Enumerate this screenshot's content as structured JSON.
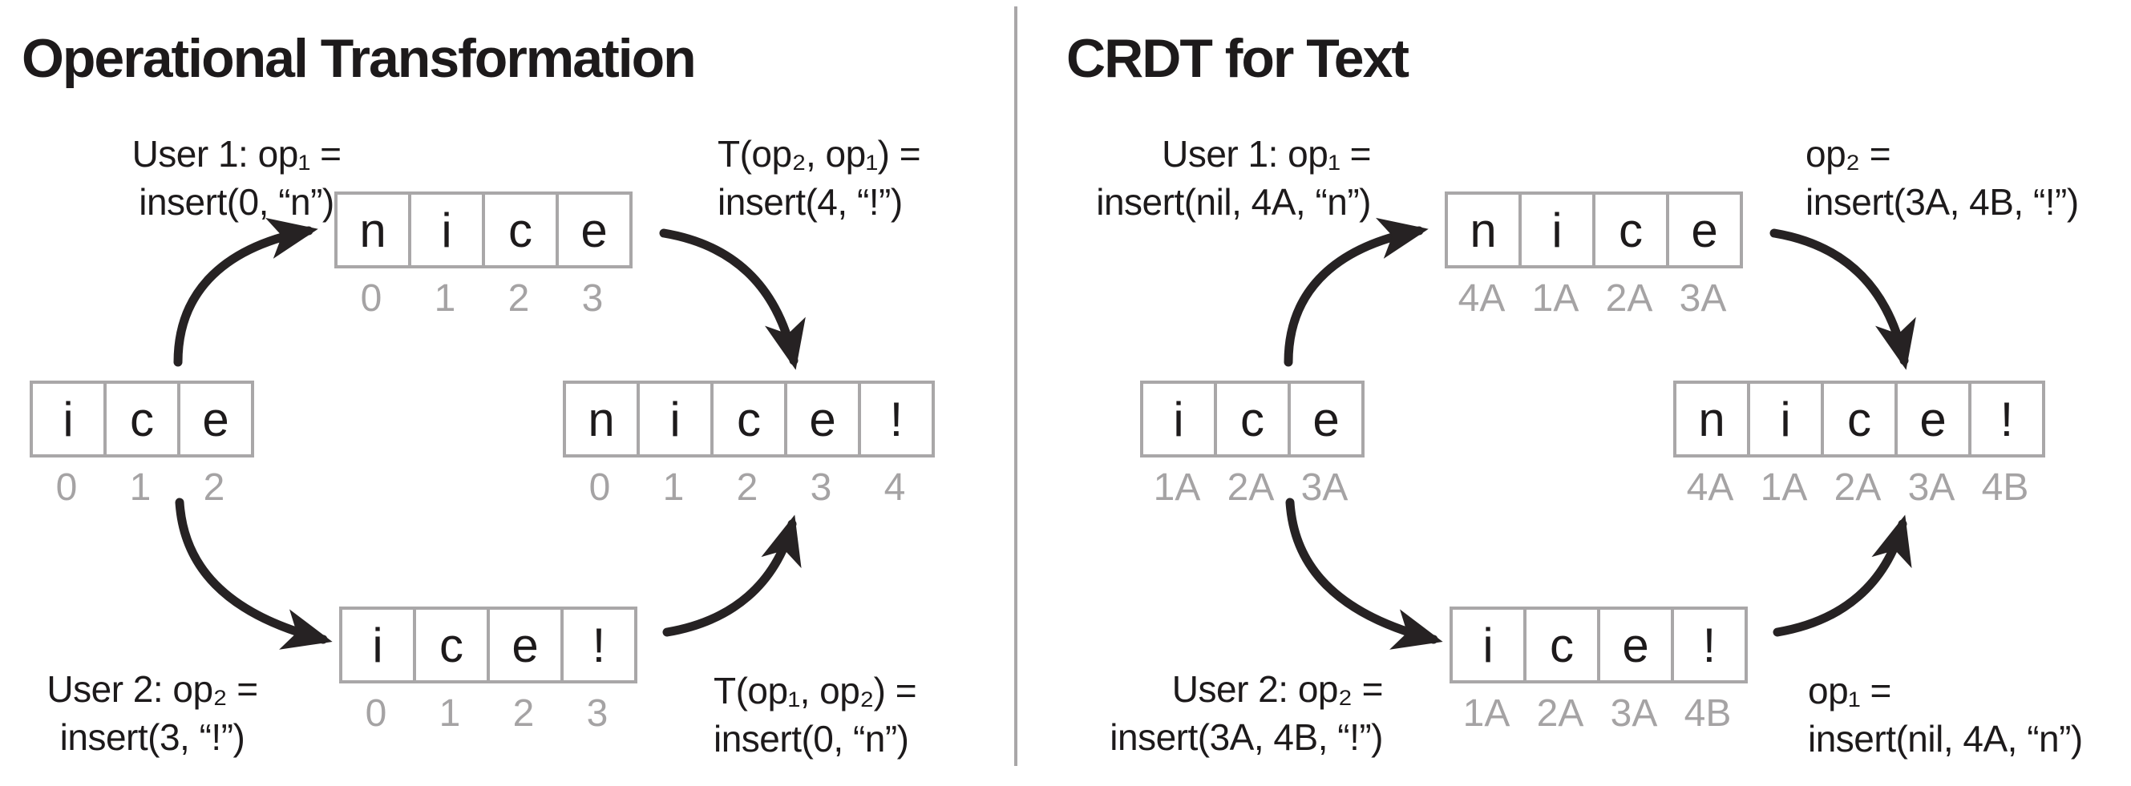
{
  "colors": {
    "background": "#ffffff",
    "text": "#1d1a1b",
    "muted": "#a5a3a4",
    "border": "#a9a7a8",
    "arrow": "#262223",
    "divider": "#a9a7a8"
  },
  "panels": {
    "ot": {
      "title": "Operational Transformation",
      "labels": {
        "user1_line1": "User 1: op₁ =",
        "user1_line2": "insert(0, “n”)",
        "t_top_line1": "T(op₂, op₁) =",
        "t_top_line2": "insert(4, “!”)",
        "user2_line1": "User 2: op₂ =",
        "user2_line2": "insert(3, “!”)",
        "t_bottom_line1": "T(op₁, op₂) =",
        "t_bottom_line2": "insert(0, “n”)"
      },
      "arrays": {
        "initial": {
          "cells": [
            "i",
            "c",
            "e"
          ],
          "ids": [
            "0",
            "1",
            "2"
          ]
        },
        "user1_result": {
          "cells": [
            "n",
            "i",
            "c",
            "e"
          ],
          "ids": [
            "0",
            "1",
            "2",
            "3"
          ]
        },
        "user2_result": {
          "cells": [
            "i",
            "c",
            "e",
            "!"
          ],
          "ids": [
            "0",
            "1",
            "2",
            "3"
          ]
        },
        "converged": {
          "cells": [
            "n",
            "i",
            "c",
            "e",
            "!"
          ],
          "ids": [
            "0",
            "1",
            "2",
            "3",
            "4"
          ]
        }
      }
    },
    "crdt": {
      "title": "CRDT for Text",
      "labels": {
        "user1_line1": "User 1: op₁ =",
        "user1_line2": "insert(nil, 4A, “n”)",
        "op2_line1": "op₂ =",
        "op2_line2": "insert(3A, 4B, “!”)",
        "user2_line1": "User 2: op₂ =",
        "user2_line2": "insert(3A, 4B, “!”)",
        "op1_line1": "op₁ =",
        "op1_line2": "insert(nil, 4A, “n”)"
      },
      "arrays": {
        "initial": {
          "cells": [
            "i",
            "c",
            "e"
          ],
          "ids": [
            "1A",
            "2A",
            "3A"
          ]
        },
        "user1_result": {
          "cells": [
            "n",
            "i",
            "c",
            "e"
          ],
          "ids": [
            "4A",
            "1A",
            "2A",
            "3A"
          ]
        },
        "user2_result": {
          "cells": [
            "i",
            "c",
            "e",
            "!"
          ],
          "ids": [
            "1A",
            "2A",
            "3A",
            "4B"
          ]
        },
        "converged": {
          "cells": [
            "n",
            "i",
            "c",
            "e",
            "!"
          ],
          "ids": [
            "4A",
            "1A",
            "2A",
            "3A",
            "4B"
          ]
        }
      }
    }
  }
}
